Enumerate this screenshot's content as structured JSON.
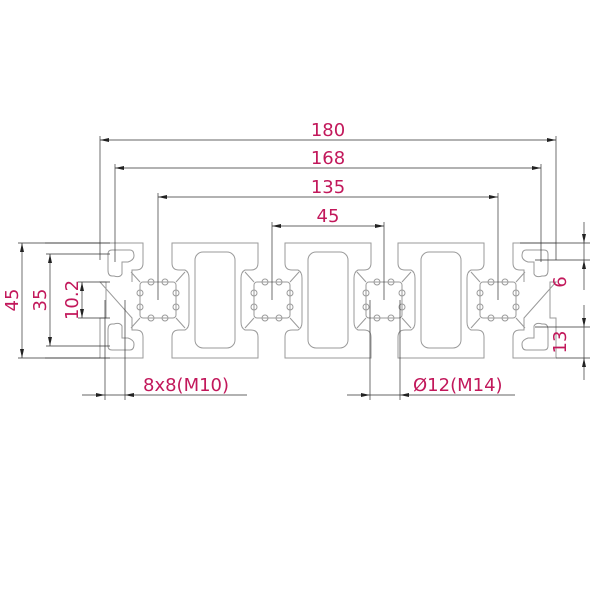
{
  "title": "Aluminium profile 45x180 cross-section",
  "colors": {
    "dimension_text": "#c2185b",
    "outline": "#9a9a9a",
    "dimension_line": "#333333"
  },
  "dimensions": {
    "overall_width": "180",
    "slot_center_span_outer": "168",
    "core_span": "135",
    "core_pitch": "45",
    "overall_height": "45",
    "slot_span_height": "35",
    "slot_opening": "10.2",
    "slot_depth_top": "6",
    "slot_depth_bottom": "13",
    "end_core": "8x8(M10)",
    "center_bore": "Ø12(M14)"
  }
}
